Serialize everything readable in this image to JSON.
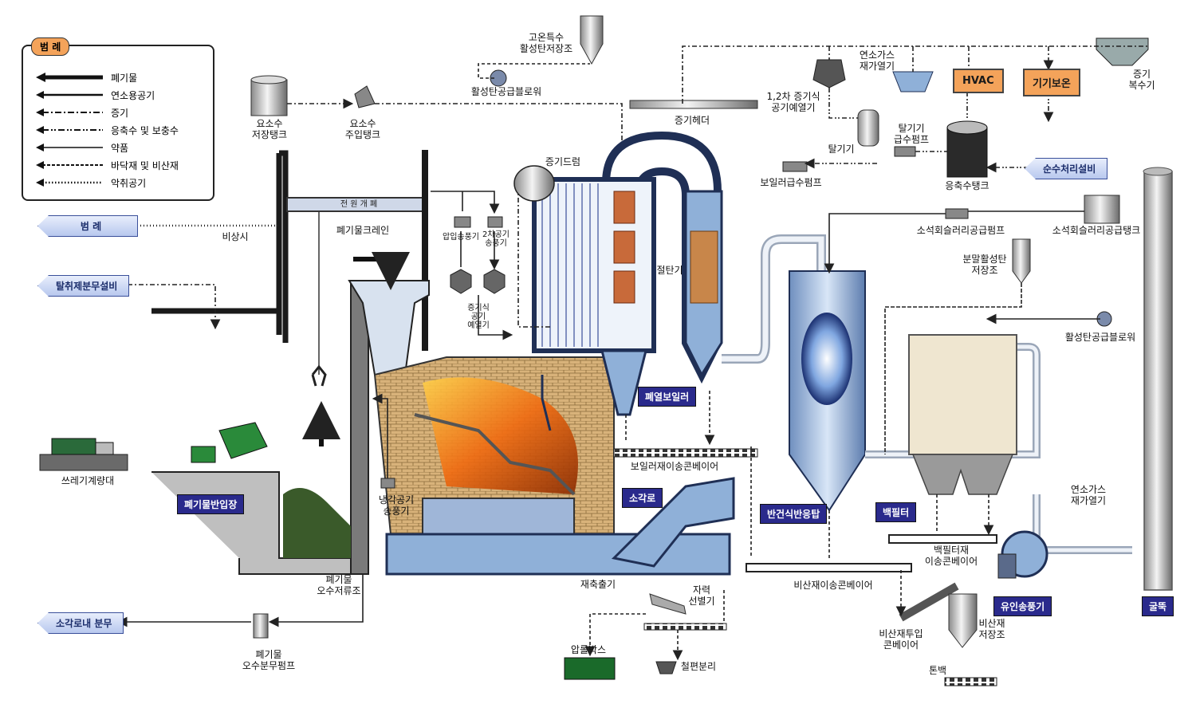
{
  "legend": {
    "title": "범 례",
    "items": [
      {
        "label": "폐기물",
        "style": "thick"
      },
      {
        "label": "연소용공기",
        "style": "solid"
      },
      {
        "label": "증기",
        "style": "dashdot"
      },
      {
        "label": "응축수 및 보충수",
        "style": "dashdotdot"
      },
      {
        "label": "약품",
        "style": "solid-thin"
      },
      {
        "label": "바닥재 및 비산재",
        "style": "dashed"
      },
      {
        "label": "악취공기",
        "style": "dotted"
      }
    ]
  },
  "left_tags": {
    "legend": "범 례",
    "deodor": "탈취제분무설비",
    "incinerator_spray": "소각로내 분무"
  },
  "labels": {
    "iodine_storage_tank": "요소수\n저장탱크",
    "iodine_feed_tank": "요소수\n주입탱크",
    "ac_blower_top": "활성탄공급블로워",
    "hp_ac_storage": "고온특수\n활성탄저장조",
    "steam_header": "증기헤더",
    "steam_drum": "증기드럼",
    "flue_reheater_top": "연소가스\n재가열기",
    "air_preheater_12": "1,2차 증기식\n공기예열기",
    "deaerator_pump": "탈기기\n급수펌프",
    "deaerator": "탈기기",
    "boiler_feed_pump": "보일러급수펌프",
    "condensate_tank": "응축수탱크",
    "steam_condenser": "증기\n복수기",
    "emergency": "비상시",
    "waste_crane": "폐기물크레인",
    "fd_fan": "압입송풍기",
    "secondary_fan": "2차공기\n송풍기",
    "steam_air_preheater": "증기식\n공기\n예열기",
    "economizer": "절탄기",
    "waste_heat_boiler": "폐열보일러",
    "slaked_lime_pump": "소석회슬러리공급펌프",
    "slaked_lime_tank": "소석회슬러리공급탱크",
    "powder_ac_storage": "분말활성탄\n저장조",
    "ac_blower_right": "활성탄공급블로워",
    "waste_scale": "쓰레기계량대",
    "waste_receiving": "폐기물반입장",
    "cooling_fan": "냉각공기\n송풍기",
    "incinerator": "소각로",
    "boiler_ash_conveyor": "보일러재이송콘베이어",
    "semi_dry_reactor": "반건식반응탑",
    "bag_filter": "백필터",
    "flue_reheater_bottom": "연소가스\n재가열기",
    "bag_filter_conveyor": "백필터재\n이송콘베이어",
    "fly_ash_conveyor": "비산재이송콘베이어",
    "id_fan": "유인송풍기",
    "stack": "굴뚝",
    "leachate_pit": "폐기물\n오수저류조",
    "ash_discharger": "재축출기",
    "magnetic_separator": "자력\n선별기",
    "leachate_pump": "폐기물\n오수분무펌프",
    "compactor_box": "압롤박스",
    "iron_separation": "철편분리",
    "fly_ash_input_conveyor": "비산재투입\n콘베이어",
    "fly_ash_storage": "비산재\n저장조",
    "tonbag": "톤백",
    "pure_water": "순수처리설비",
    "hvac": "HVAC",
    "equipment_insulation": "기기보온",
    "crane_panel_text": "전 원 개 폐"
  },
  "colors": {
    "boiler_blue": "#8fb0d8",
    "boiler_dark": "#1f2f55",
    "tag_navy": "#2a2a8c",
    "orange": "#f4a35a",
    "fire": "#f06a10",
    "brick": "#c8a068"
  }
}
